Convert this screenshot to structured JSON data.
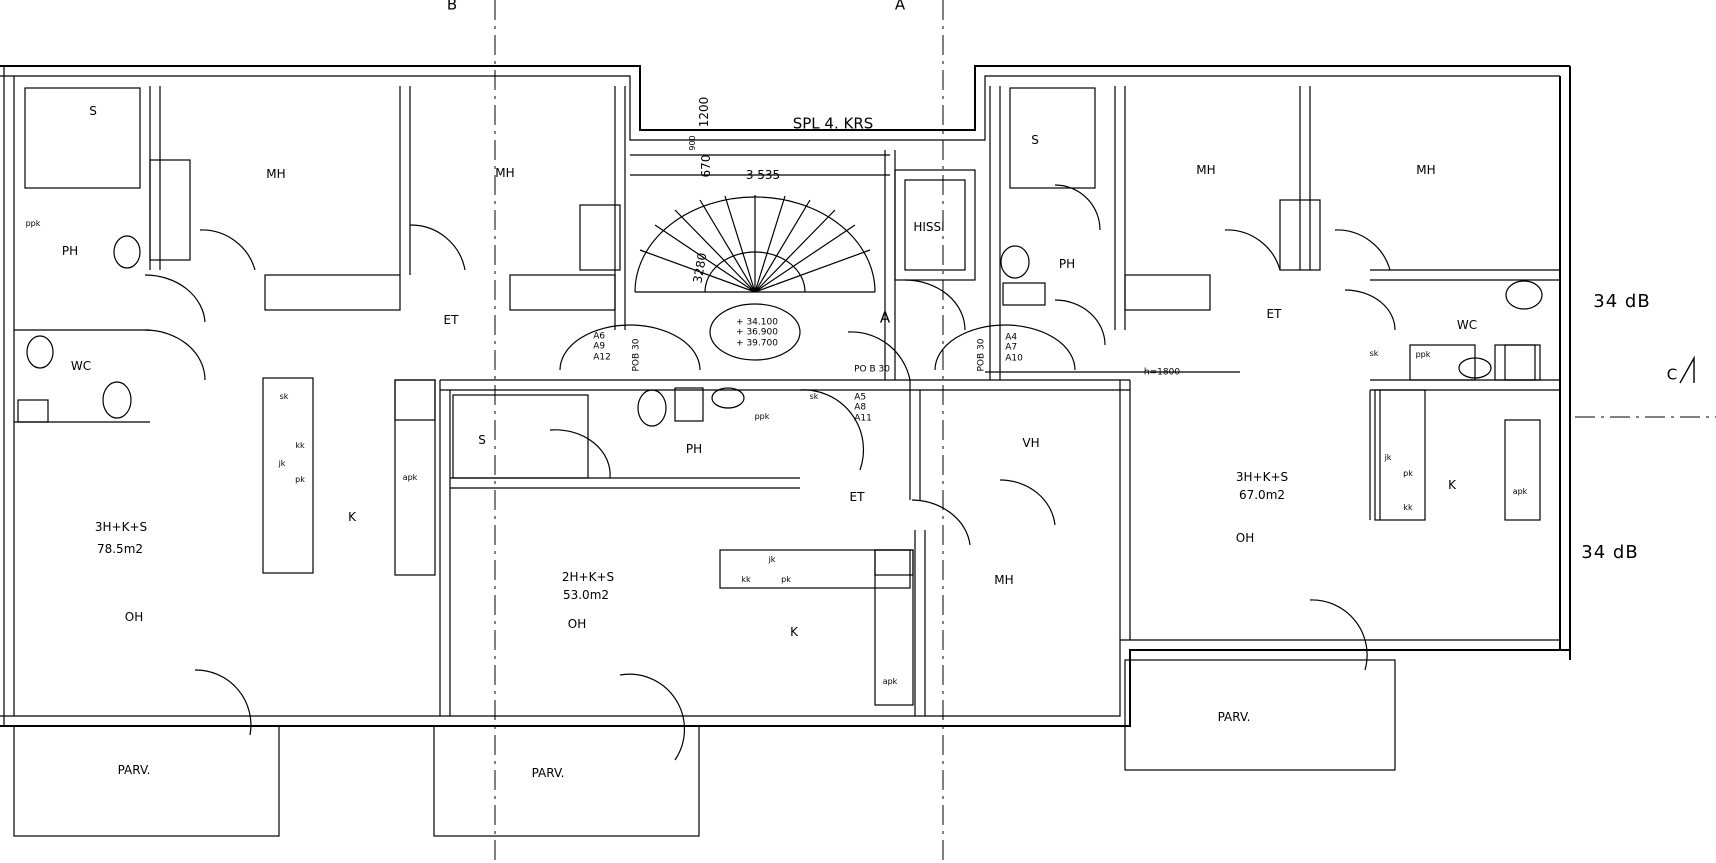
{
  "drawing": {
    "floor_title": "SPL  4. KRS",
    "grid_labels": {
      "b": "B",
      "a": "A",
      "c": "C"
    },
    "dimensions": {
      "d1200": "1200",
      "d670": "670",
      "d3535": "3 535",
      "d3280": "3280",
      "d900": "900",
      "h1800": "h=1800"
    },
    "acoustic": {
      "upper": "34 dB",
      "lower": "34 dB"
    },
    "stair_levels": "+ 34.100\n+ 36.900\n+ 39.700",
    "stair_label": "A",
    "elevator": "HISSI",
    "door_codes": {
      "left": "A6\nA9\nA12",
      "right": "A4\nA7\nA10",
      "center": "A5\nA8\nA11",
      "pob_left": "POB 30",
      "pob_right": "POB 30",
      "pob_center": "PO B 30"
    },
    "apartments": {
      "left": {
        "type": "3H+K+S",
        "area": "78.5m2"
      },
      "center": {
        "type": "2H+K+S",
        "area": "53.0m2"
      },
      "right": {
        "type": "3H+K+S",
        "area": "67.0m2"
      }
    },
    "rooms": {
      "s": "S",
      "mh": "MH",
      "ph": "PH",
      "wc": "WC",
      "et": "ET",
      "k": "K",
      "oh": "OH",
      "parv": "PARV.",
      "vh": "VH"
    },
    "fixtures": {
      "sk": "sk",
      "jk": "jk",
      "kk": "kk",
      "pk": "pk",
      "apk": "apk",
      "ppk": "ppk"
    }
  }
}
